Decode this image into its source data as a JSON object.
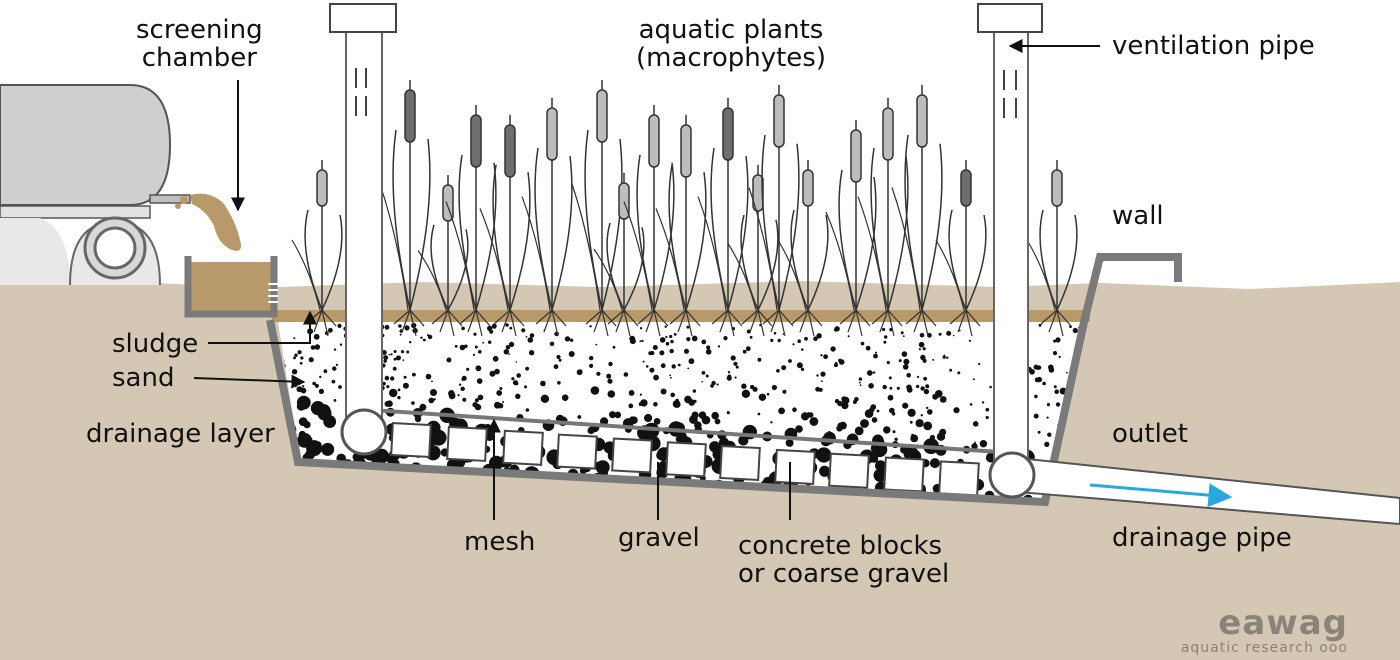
{
  "labels": {
    "screening_chamber": [
      "screening",
      "chamber"
    ],
    "aquatic_plants": [
      "aquatic plants",
      "(macrophytes)"
    ],
    "ventilation_pipe": "ventilation pipe",
    "wall": "wall",
    "sludge": "sludge",
    "sand": "sand",
    "drainage_layer": "drainage layer",
    "outlet": "outlet",
    "mesh": "mesh",
    "gravel": "gravel",
    "concrete_blocks": [
      "concrete blocks",
      "or coarse gravel"
    ],
    "drainage_pipe": "drainage pipe"
  },
  "logo": {
    "name": "eawag",
    "tagline": "aquatic research",
    "dots": "ooo"
  },
  "colors": {
    "soil": "#d4c8b4",
    "sludge": "#b89a6a",
    "wall": "#7a7a7a",
    "water_arrow": "#29a8e0",
    "gravel": "#111111",
    "pipe": "#ffffff"
  }
}
